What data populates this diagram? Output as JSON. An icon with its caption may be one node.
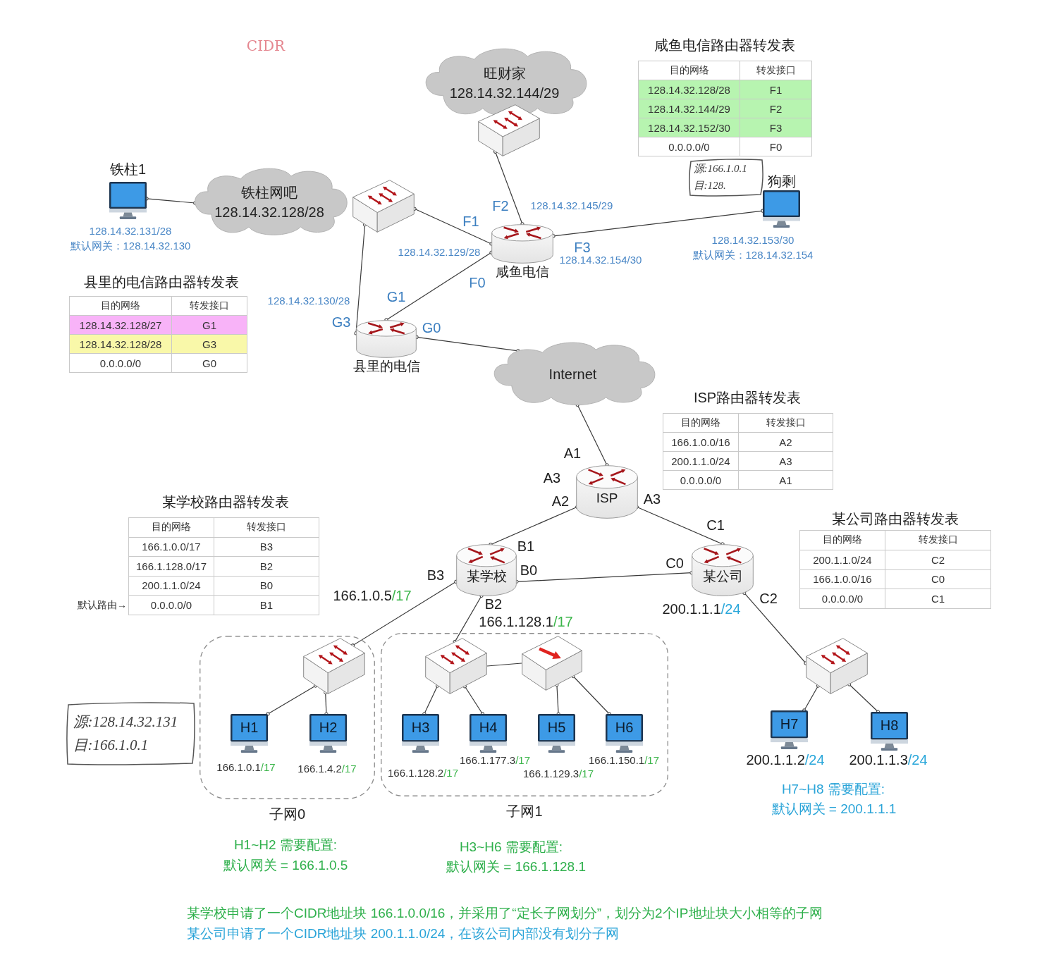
{
  "diagram": {
    "nodes": [
      {
        "text": [
          "旺财家",
          "128.14.32.144/29"
        ]
      },
      {
        "text": [],
        "shape": "box"
      },
      {
        "text": [
          "铁柱1"
        ],
        "beside": [
          "128.14.32.131/28",
          "默认网关：128.14.32.130"
        ]
      },
      {
        "text": [
          "铁柱网吧",
          "128.14.32.128/28"
        ]
      },
      {
        "text": [],
        "shape": "box"
      },
      {
        "text": [
          "狗剩"
        ],
        "beside": [
          "128.14.32.153/30",
          "默认网关：128.14.32.154"
        ]
      },
      {
        "text": [
          "咸鱼电信"
        ]
      },
      {
        "text": [
          "县里的电信"
        ]
      },
      {
        "text": [
          "Internet"
        ]
      },
      {
        "text": [
          "ISP"
        ]
      },
      {
        "text": [
          "某学校"
        ]
      },
      {
        "text": [
          "某公司"
        ]
      },
      {
        "text": [
          "子网0"
        ]
      },
      {
        "text": [],
        "shape": "box",
        "in": 12
      },
      {
        "text": [
          "H1"
        ],
        "beside": [
          "166.1.0.1/17"
        ],
        "in": 12
      },
      {
        "text": [
          "H2"
        ],
        "beside": [
          "166.1.4.2/17"
        ],
        "in": 12
      },
      {
        "text": [
          "子网1"
        ]
      },
      {
        "text": [],
        "shape": "box",
        "in": 16
      },
      {
        "text": [],
        "shape": "box",
        "in": 16
      },
      {
        "text": [
          "H3"
        ],
        "beside": [
          "166.1.128.2/17"
        ],
        "in": 16
      },
      {
        "text": [
          "H4"
        ],
        "beside": [
          "166.1.177.3/17"
        ],
        "in": 16
      },
      {
        "text": [
          "H5"
        ],
        "beside": [
          "166.1.129.3/17"
        ],
        "in": 16
      },
      {
        "text": [
          "H6"
        ],
        "beside": [
          "166.1.150.1/17"
        ],
        "in": 16
      },
      {
        "text": [],
        "shape": "box"
      },
      {
        "text": [
          "H7"
        ],
        "beside": [
          "200.1.1.2/24"
        ]
      },
      {
        "text": [
          "H8"
        ],
        "beside": [
          "200.1.1.3/24"
        ]
      },
      {
        "text": [
          "源:128.14.32.131",
          "目:166.1.0.1"
        ]
      },
      {
        "text": [
          "源:166.1.0.1",
          "目:128."
        ]
      }
    ],
    "edges": [
      {
        "from": 2,
        "to": 3,
        "arrow": "other"
      },
      {
        "from": 4,
        "to": 6,
        "arrow": "other"
      },
      {
        "from": 4,
        "to": 7,
        "arrow": "other"
      },
      {
        "from": 1,
        "to": 6,
        "arrow": "other"
      },
      {
        "from": 6,
        "to": 5,
        "arrow": "other"
      },
      {
        "from": 6,
        "to": 7,
        "arrow": "other"
      },
      {
        "from": 7,
        "to": 8,
        "arrow": "other"
      },
      {
        "from": 8,
        "to": 9,
        "arrow": "other"
      },
      {
        "from": 9,
        "to": 10,
        "arrow": "other"
      },
      {
        "from": 9,
        "to": 11,
        "arrow": "other"
      },
      {
        "from": 10,
        "to": 11,
        "arrow": "other"
      },
      {
        "from": 10,
        "to": 13,
        "arrow": "other"
      },
      {
        "from": 10,
        "to": 17,
        "arrow": "other"
      },
      {
        "from": 13,
        "to": 14,
        "arrow": "other"
      },
      {
        "from": 13,
        "to": 15,
        "arrow": "other"
      },
      {
        "from": 17,
        "to": 18,
        "arrow": "none"
      },
      {
        "from": 17,
        "to": 19,
        "arrow": "other"
      },
      {
        "from": 17,
        "to": 20,
        "arrow": "other"
      },
      {
        "from": 18,
        "to": 21,
        "arrow": "other"
      },
      {
        "from": 18,
        "to": 22,
        "arrow": "other"
      },
      {
        "from": 11,
        "to": 23,
        "arrow": "other"
      },
      {
        "from": 23,
        "to": 24,
        "arrow": "other"
      },
      {
        "from": 23,
        "to": 25,
        "arrow": "other"
      }
    ],
    "labels": [
      "CIDR",
      "咸鱼电信路由器转发表",
      "目的网络",
      "转发接口",
      "128.14.32.128/28",
      "F1",
      "128.14.32.144/29",
      "F2",
      "128.14.32.152/30",
      "F3",
      "0.0.0.0/0",
      "F0",
      "F2",
      "128.14.32.145/29",
      "F1",
      "128.14.32.129/28",
      "F3",
      "128.14.32.154/30",
      "县里的电信路由器转发表",
      "目的网络",
      "转发接口",
      "128.14.32.128/27",
      "G1",
      "128.14.32.128/28",
      "G3",
      "0.0.0.0/0",
      "G0",
      "128.14.32.130/28",
      "F0",
      "G1",
      "G3",
      "G0",
      "ISP路由器转发表",
      "目的网络",
      "转发接口",
      "166.1.0.0/16",
      "A2",
      "200.1.1.0/24",
      "A3",
      "0.0.0.0/0",
      "A1",
      "A1",
      "A3",
      "A2",
      "A3",
      "某学校路由器转发表",
      "目的网络",
      "转发接口",
      "166.1.0.0/17",
      "B3",
      "166.1.128.0/17",
      "B2",
      "200.1.1.0/24",
      "B0",
      "0.0.0.0/0",
      "B1",
      "默认路由→",
      "某公司路由器转发表",
      "目的网络",
      "转发接口",
      "200.1.1.0/24",
      "C2",
      "166.1.0.0/16",
      "C0",
      "0.0.0.0/0",
      "C1",
      "B1",
      "C1",
      "B0",
      "C0",
      "B3",
      "166.1.0.5/17",
      "B2",
      "166.1.128.1/17",
      "200.1.1.1/24",
      "C2",
      "H7~H8 需要配置:",
      "默认网关 = 200.1.1.1",
      "H1~H2 需要配置:",
      "默认网关 = 166.1.0.5",
      "H3~H6 需要配置:",
      "默认网关 = 166.1.128.1",
      "某学校申请了一个CIDR地址块 166.1.0.0/16，并采用了“定长子网划分”，划分为2个IP地址块大小相等的子网",
      "某公司申请了一个CIDR地址块 200.1.1.0/24，在该公司内部没有划分子网"
    ]
  }
}
